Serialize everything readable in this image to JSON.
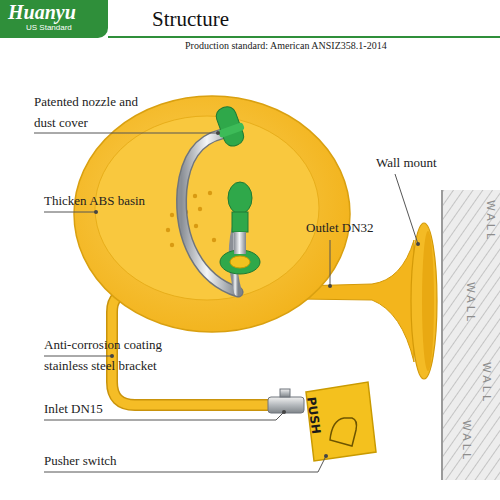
{
  "diagram": {
    "title": "Structure",
    "nodes": [
      {
        "text": [
          "Huanyu",
          "US Standard"
        ]
      }
    ],
    "edges": [],
    "labels": [
      "Production standard: American ANSIZ358.1-2014",
      "Patented nozzle and dust cover",
      "Thicken ABS basin",
      "Wall mount",
      "WALL",
      "Outlet DN32",
      "WALL",
      "Anti-corrosion coating stainless steel bracket",
      "WALL",
      "Inlet DN15",
      "WALL",
      "Pusher switch",
      "PUSH"
    ]
  }
}
